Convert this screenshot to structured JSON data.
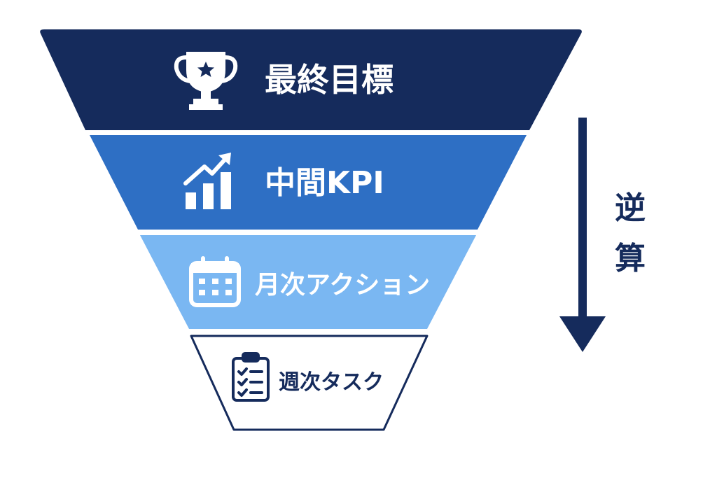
{
  "funnel": {
    "tiers": [
      {
        "label": "最終目標",
        "icon": "trophy-icon",
        "fill": "#152b5c",
        "text_color": "#ffffff"
      },
      {
        "label": "中間KPI",
        "icon": "growth-chart-icon",
        "fill": "#2e6fc4",
        "text_color": "#ffffff"
      },
      {
        "label": "月次アクション",
        "icon": "calendar-icon",
        "fill": "#7ab7f2",
        "text_color": "#ffffff"
      },
      {
        "label": "週次タスク",
        "icon": "checklist-icon",
        "fill": "#ffffff",
        "text_color": "#152b5c",
        "border": "#152b5c"
      }
    ]
  },
  "side_arrow": {
    "chars": [
      "逆",
      "算"
    ],
    "direction": "down",
    "color": "#152b5c"
  }
}
